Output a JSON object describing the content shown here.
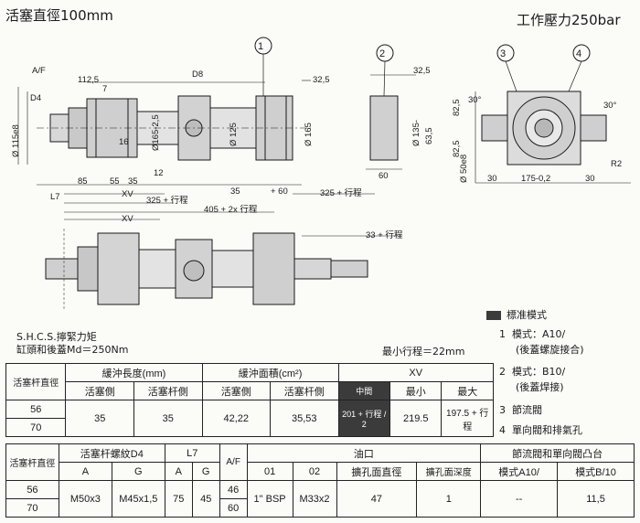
{
  "header": {
    "left_title": "活塞直徑100mm",
    "right_title": "工作壓力250bar"
  },
  "drawing": {
    "callouts": [
      "1",
      "2",
      "3",
      "4"
    ],
    "dims": {
      "af": "A/F",
      "d4": "D4",
      "d8": "D8",
      "d115": "Ø 115e8",
      "d165_25": "Ø165-2,5",
      "d125": "Ø 125",
      "d165": "Ø 165",
      "d135": "Ø 135-",
      "d63": "63,5",
      "d112": "112,5",
      "d7": "7",
      "d16": "16",
      "d12": "12",
      "d85": "85",
      "d55_35": "55",
      "d35a": "35",
      "d35b": "35",
      "d60": "+ 60",
      "d60b": "60",
      "d32a": "32,5",
      "d32b": "32,5",
      "d325a": "325 + 行程",
      "d325b": "325 + 行程",
      "d405": "405 + 2x 行程",
      "d33": "33 + 行程",
      "xv1": "XV",
      "xv2": "XV",
      "l7": "L7",
      "d82a": "82,5",
      "d82b": "82,5",
      "d30a": "30°",
      "d30b": "30°",
      "d50": "Ø 50e8",
      "d30c": "30",
      "d175": "175-0,2",
      "d30d": "30",
      "r2": "R2"
    }
  },
  "legend": {
    "standard": "標准模式",
    "items": [
      {
        "num": "1",
        "text": "模式：A10/",
        "sub": "(後蓋螺旋接合)"
      },
      {
        "num": "2",
        "text": "模式：B10/",
        "sub": "(後蓋焊接)"
      },
      {
        "num": "3",
        "text": "節流閥",
        "sub": ""
      },
      {
        "num": "4",
        "text": "單向閥和排氣孔",
        "sub": ""
      }
    ]
  },
  "notes": {
    "shcs1": "S.H.C.S.擰緊力矩",
    "shcs2": "缸頭和後蓋Md＝250Nm",
    "min_stroke": "最小行程＝22mm"
  },
  "table1": {
    "rod_dia": "活塞杆直徑",
    "cushion_len": "緩沖長度(mm)",
    "cushion_area": "緩沖面積(cm²)",
    "xv": "XV",
    "piston_side": "活塞側",
    "rod_side": "活塞杆側",
    "piston_side2": "活塞側",
    "rod_side2": "活塞杆側",
    "mid": "中間",
    "min": "最小",
    "max": "最大",
    "rod_values": [
      "56",
      "70"
    ],
    "row": [
      "35",
      "35",
      "42,22",
      "35,53"
    ],
    "mid_val": "201 + 行程 / 2",
    "min_val": "219.5",
    "max_val": "197.5 + 行程"
  },
  "table2": {
    "rod_dia": "活塞杆直徑",
    "thread": "活塞杆螺紋D4",
    "l7": "L7",
    "af": "A/F",
    "oil": "油口",
    "valve_boss": "節流閥和單向閥凸台",
    "a": "A",
    "g": "G",
    "a2": "A",
    "g2": "G",
    "o1": "01",
    "o2": "02",
    "boss_dia": "擴孔面直徑",
    "boss_depth": "擴孔面深度",
    "mode_a": "模式A10/",
    "mode_b": "模式B/10",
    "rod_values": [
      "56",
      "70"
    ],
    "row": [
      "M50x3",
      "M45x1,5",
      "75",
      "45"
    ],
    "af_values": [
      "46",
      "60"
    ],
    "row2": [
      "1\" BSP",
      "M33x2",
      "47",
      "1",
      "--",
      "11,5"
    ]
  }
}
